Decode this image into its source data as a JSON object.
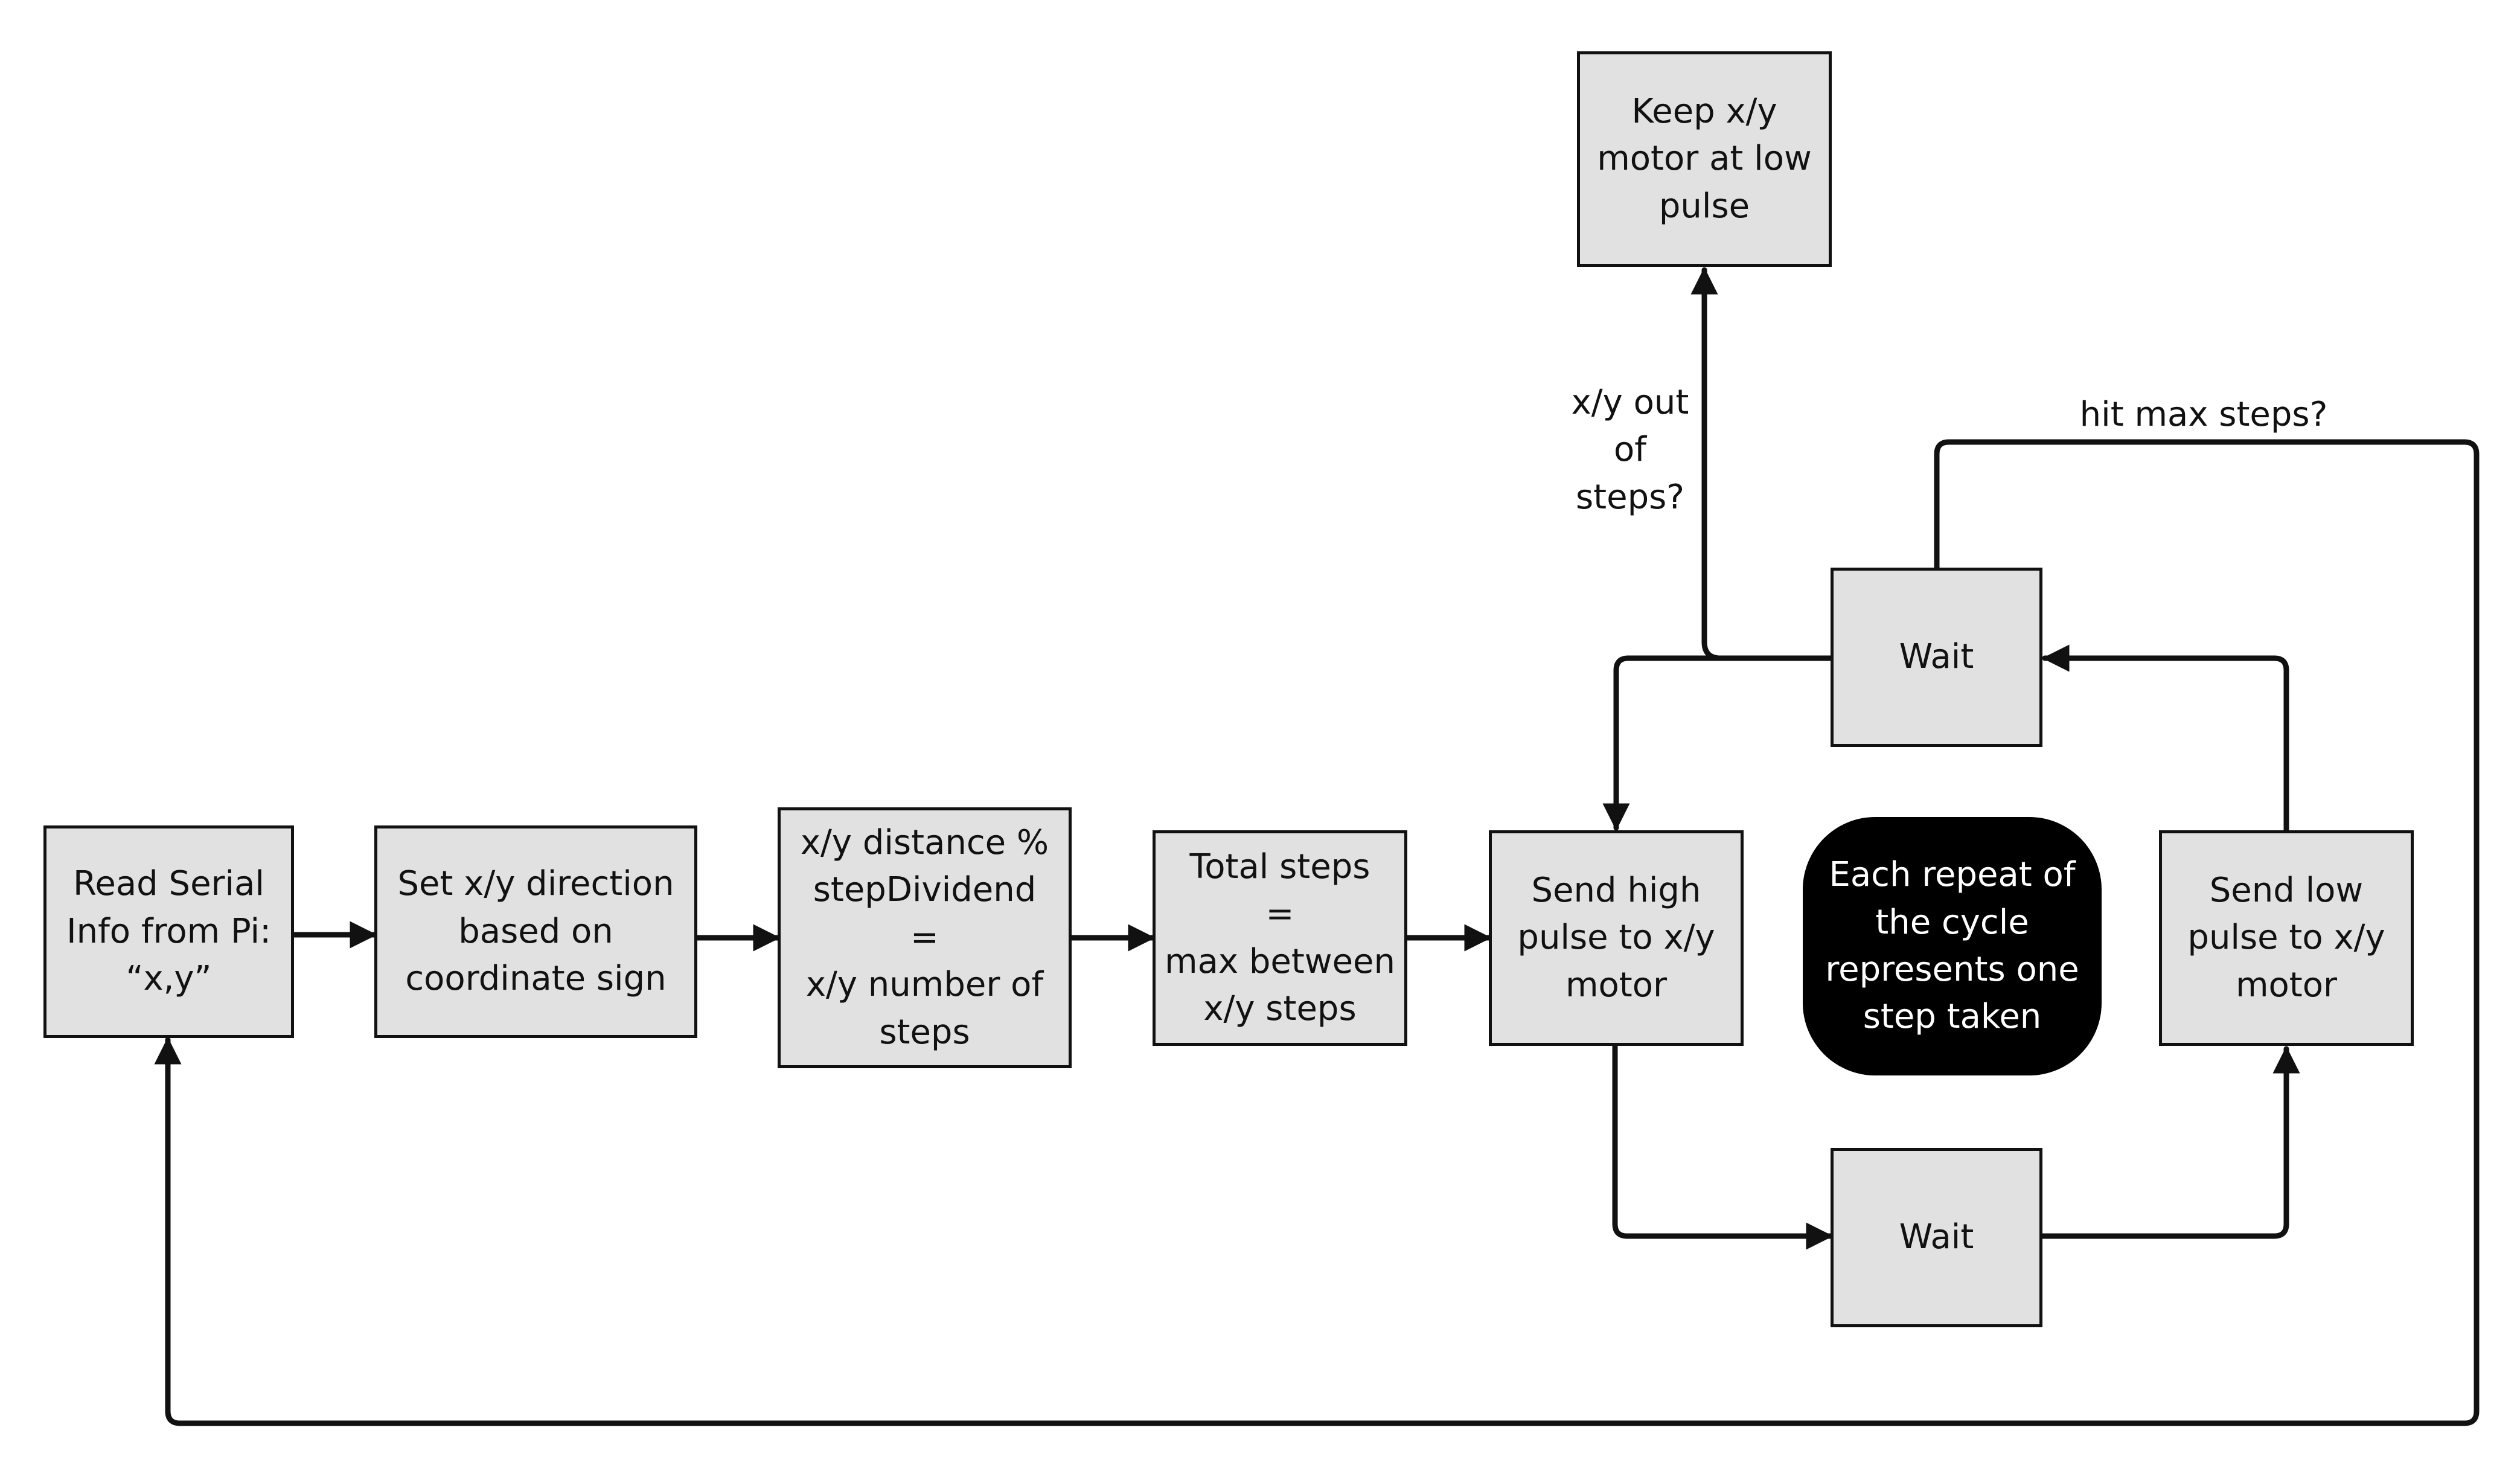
{
  "colors": {
    "box_fill": "#e1e1e1",
    "stroke": "#111111",
    "note_fill": "#000000",
    "note_text": "#ffffff"
  },
  "nodes": {
    "read_serial": "Read Serial\nInfo from Pi:\n“x,y”",
    "set_direction": "Set x/y direction\nbased on\ncoordinate sign",
    "distance_mod": "x/y distance %\nstepDividend\n=\nx/y number of\nsteps",
    "total_steps": "Total steps\n=\nmax between\nx/y steps",
    "send_high": "Send high\npulse to x/y\nmotor",
    "wait_top": "Wait",
    "wait_bottom": "Wait",
    "send_low": "Send low\npulse to x/y\nmotor",
    "keep_low": "Keep x/y\nmotor at low\npulse"
  },
  "note": "Each repeat of\nthe cycle\nrepresents one\nstep taken",
  "edge_labels": {
    "out_of_steps": "x/y out\nof\nsteps?",
    "hit_max": "hit max steps?"
  }
}
